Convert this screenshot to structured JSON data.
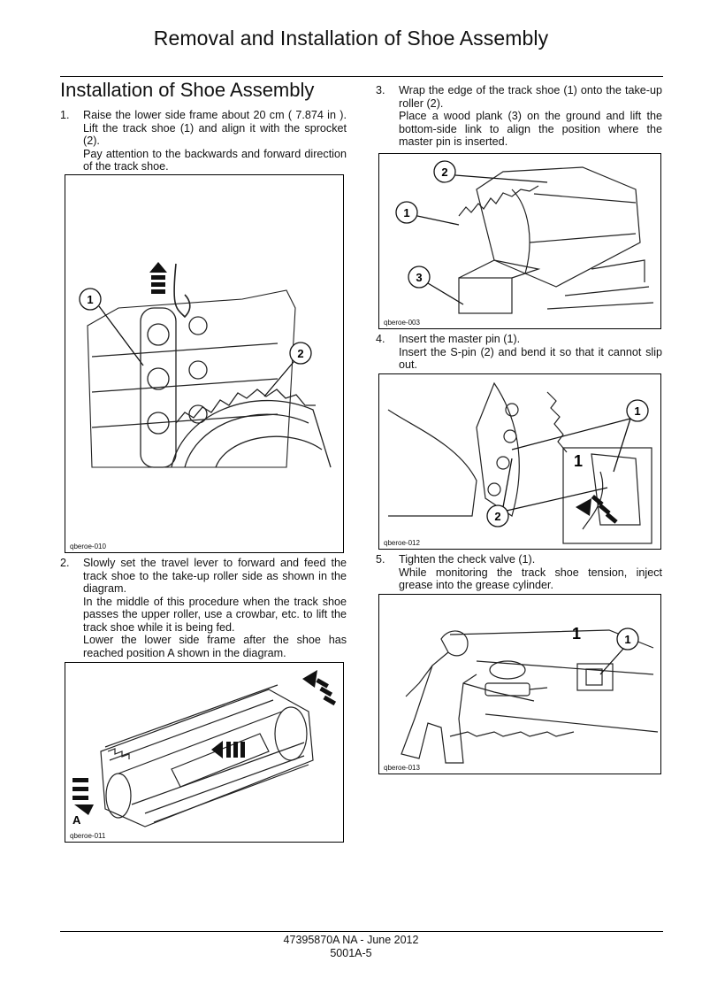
{
  "header": {
    "title": "Removal and Installation of Shoe Assembly"
  },
  "section": {
    "title": "Installation of Shoe Assembly"
  },
  "steps": [
    {
      "num": "1.",
      "lines": [
        "Raise the lower side frame about 20 cm ( 7.874 in ). Lift the track shoe (1) and align it with the sprocket (2).",
        "Pay attention to the backwards and forward direction of the track shoe."
      ]
    },
    {
      "num": "2.",
      "lines": [
        "Slowly set the travel lever to forward and feed the track shoe to the take-up roller side as shown in the diagram.",
        "In the middle of this procedure when the track shoe passes the upper roller, use a crowbar, etc. to lift the track shoe while it is being fed.",
        "Lower the lower side frame after the shoe has reached position A shown in the diagram."
      ]
    },
    {
      "num": "3.",
      "lines": [
        "Wrap the edge of the track shoe (1) onto the take-up roller (2).",
        "Place a wood plank (3) on the ground and lift the bottom-side link to align the position where the master pin is inserted."
      ]
    },
    {
      "num": "4.",
      "lines": [
        "Insert the master pin (1).",
        "Insert the S-pin (2) and bend it so that it cannot slip out."
      ]
    },
    {
      "num": "5.",
      "lines": [
        "Tighten the check valve (1).",
        "While monitoring the track shoe tension, inject grease into the grease cylinder."
      ]
    }
  ],
  "figures": {
    "f010": {
      "code": "qberoe-010",
      "callouts": [
        "1",
        "2"
      ]
    },
    "f011": {
      "code": "qberoe-011",
      "label": "A"
    },
    "f003": {
      "code": "qberoe-003",
      "callouts": [
        "2",
        "1",
        "3"
      ]
    },
    "f012": {
      "code": "qberoe-012",
      "callouts": [
        "1",
        "1",
        "2"
      ]
    },
    "f013": {
      "code": "qberoe-013",
      "callouts": [
        "1",
        "1"
      ]
    }
  },
  "footer": {
    "doc": "47395870A NA - June 2012",
    "page": "5001A-5"
  }
}
